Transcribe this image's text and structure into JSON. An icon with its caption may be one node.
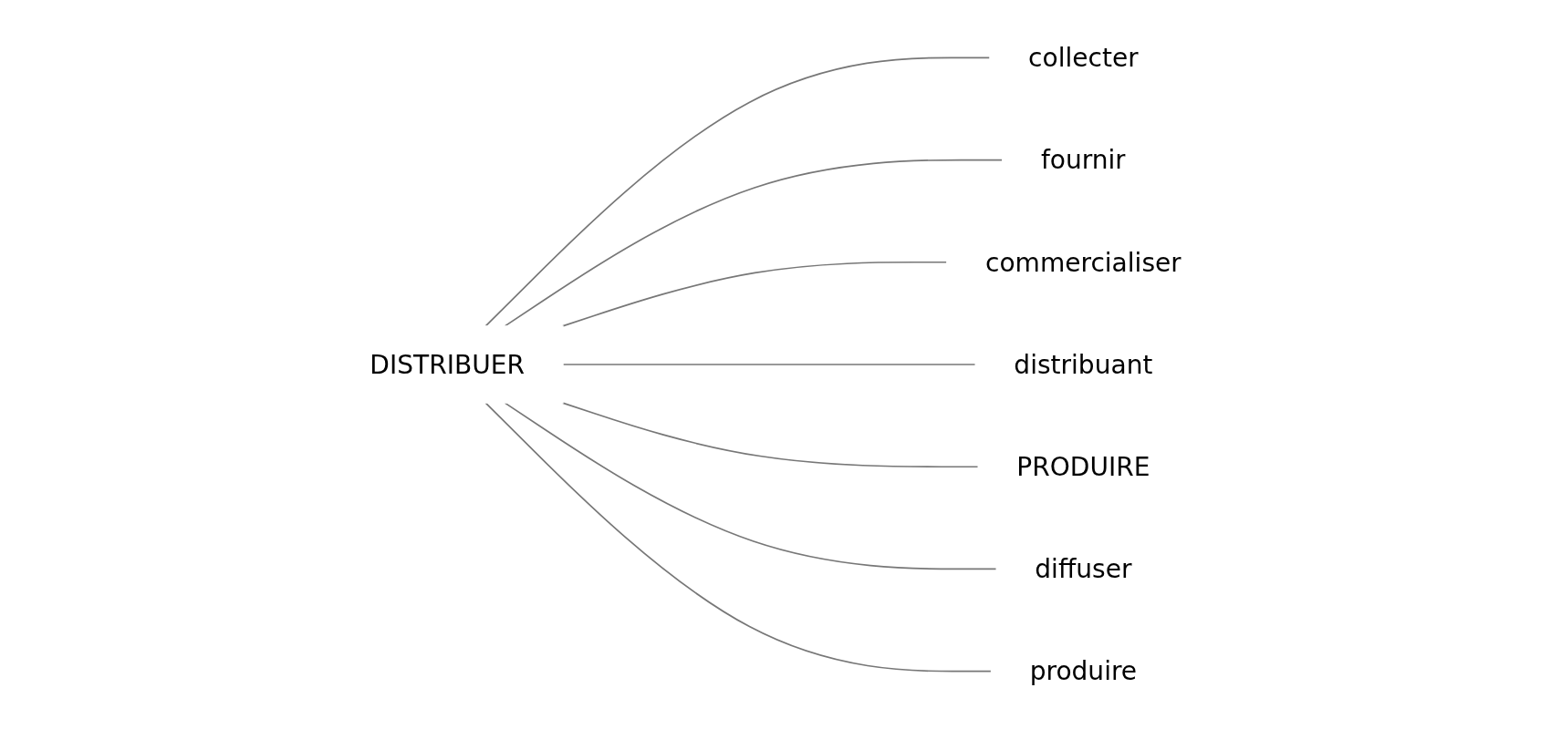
{
  "diagram": {
    "nodes": [
      {
        "text": [
          "collecter"
        ]
      },
      {
        "text": [
          "fournir"
        ]
      },
      {
        "text": [
          "commercialiser"
        ]
      },
      {
        "text": [
          "distribuant"
        ]
      },
      {
        "text": [
          "DISTRIBUER"
        ]
      },
      {
        "text": [
          "PRODUIRE"
        ]
      },
      {
        "text": [
          "diffuser"
        ]
      },
      {
        "text": [
          "produire"
        ]
      }
    ],
    "edges": [
      {
        "from": 4,
        "to": 0,
        "arrow": "none"
      },
      {
        "from": 4,
        "to": 1,
        "arrow": "none"
      },
      {
        "from": 4,
        "to": 2,
        "arrow": "none"
      },
      {
        "from": 4,
        "to": 3,
        "arrow": "none"
      },
      {
        "from": 4,
        "to": 5,
        "arrow": "none"
      },
      {
        "from": 4,
        "to": 6,
        "arrow": "none"
      },
      {
        "from": 4,
        "to": 7,
        "arrow": "none"
      }
    ]
  }
}
